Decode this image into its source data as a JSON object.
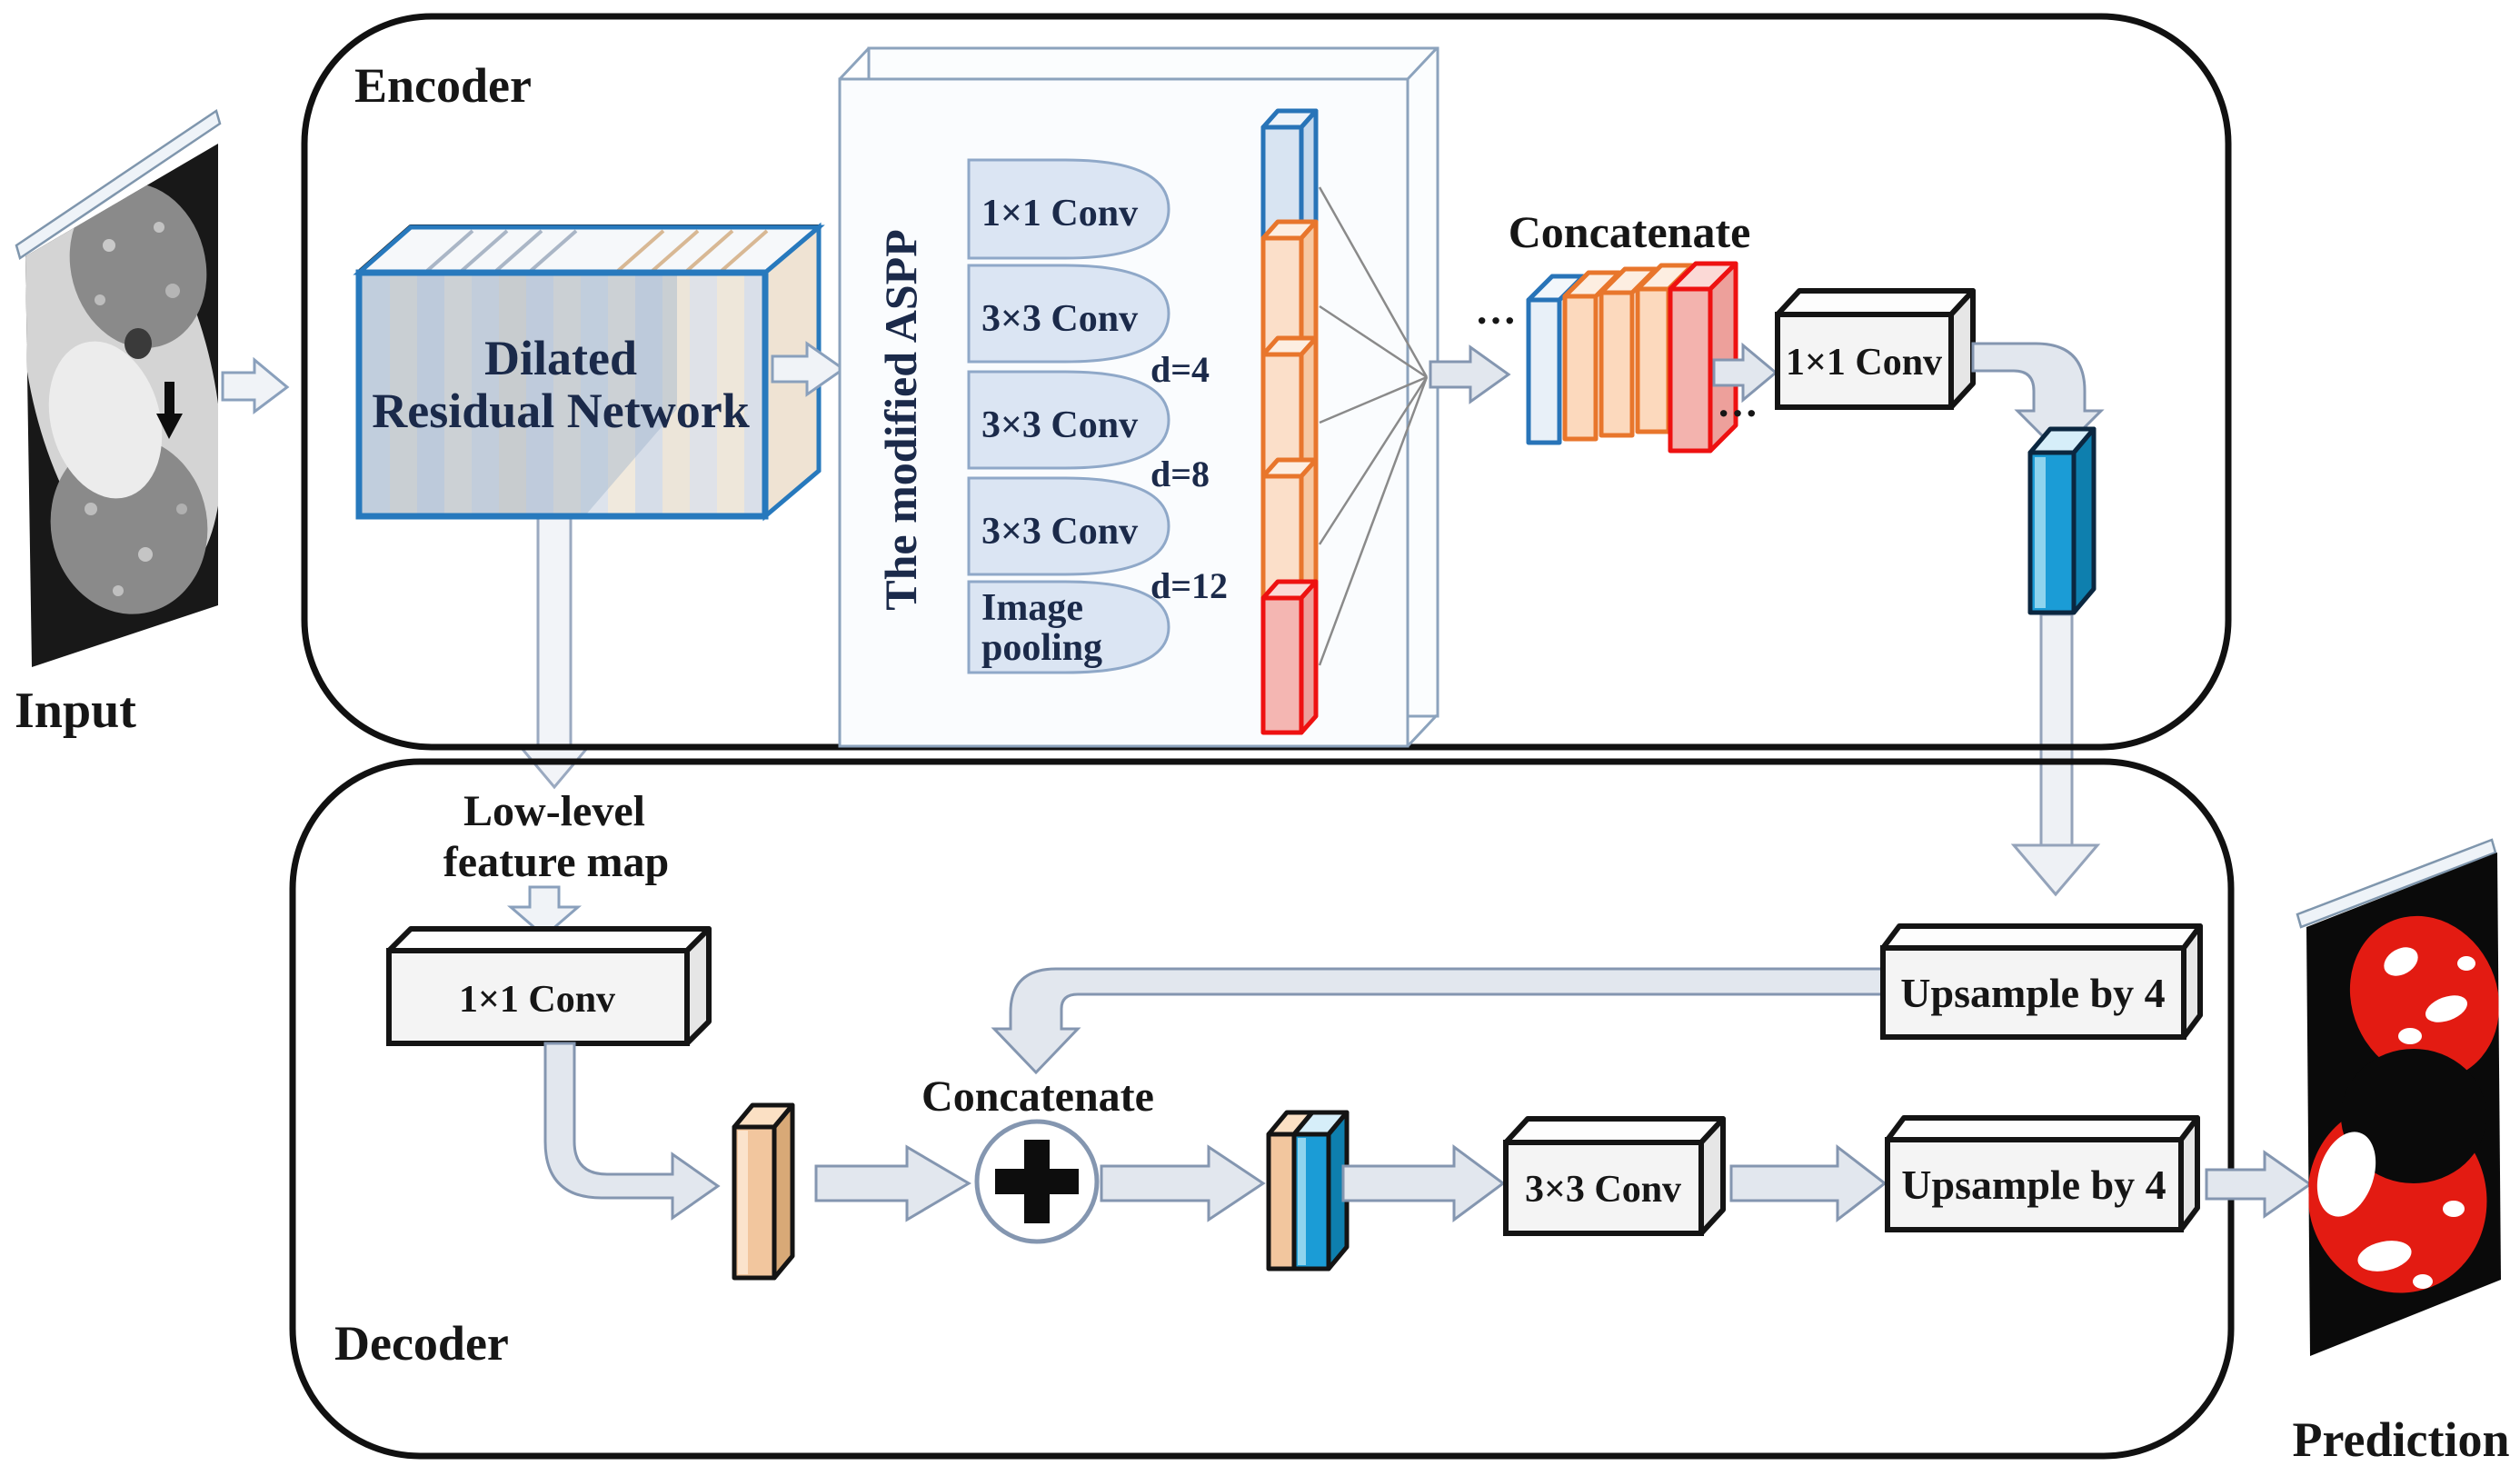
{
  "figure": {
    "input_label": "Input",
    "prediction_label": "Prediction"
  },
  "encoder": {
    "label": "Encoder",
    "drn_line1": "Dilated",
    "drn_line2": "Residual Network",
    "aspp_title": "The modified ASPP",
    "branches": [
      {
        "label": "1×1 Conv"
      },
      {
        "label": "3×3 Conv",
        "dilation": "d=4"
      },
      {
        "label": "3×3 Conv",
        "dilation": "d=8"
      },
      {
        "label": "3×3 Conv",
        "dilation": "d=12"
      },
      {
        "label_line1": "Image",
        "label_line2": "pooling"
      }
    ],
    "ellipsis_left": "···",
    "ellipsis_right": "···",
    "concatenate_label": "Concatenate",
    "conv_label": "1×1 Conv"
  },
  "decoder": {
    "label": "Decoder",
    "low_level_line1": "Low-level",
    "low_level_line2": "feature map",
    "conv1x1_label": "1×1 Conv",
    "concatenate_label": "Concatenate",
    "conv3x3_label": "3×3 Conv",
    "upsample_labels": [
      "Upsample by 4",
      "Upsample by 4"
    ]
  },
  "colors": {
    "drn_border": "#2779bd",
    "aspp_oval_fill": "#dbe5f3",
    "blue": "#2874b8",
    "orange": "#e8762c",
    "red": "#ee1111",
    "cyan": "#1b9cd6",
    "tan": "#f2c69e",
    "arrow_fill": "#e2e7ee",
    "arrow_stroke": "#8496b0"
  }
}
